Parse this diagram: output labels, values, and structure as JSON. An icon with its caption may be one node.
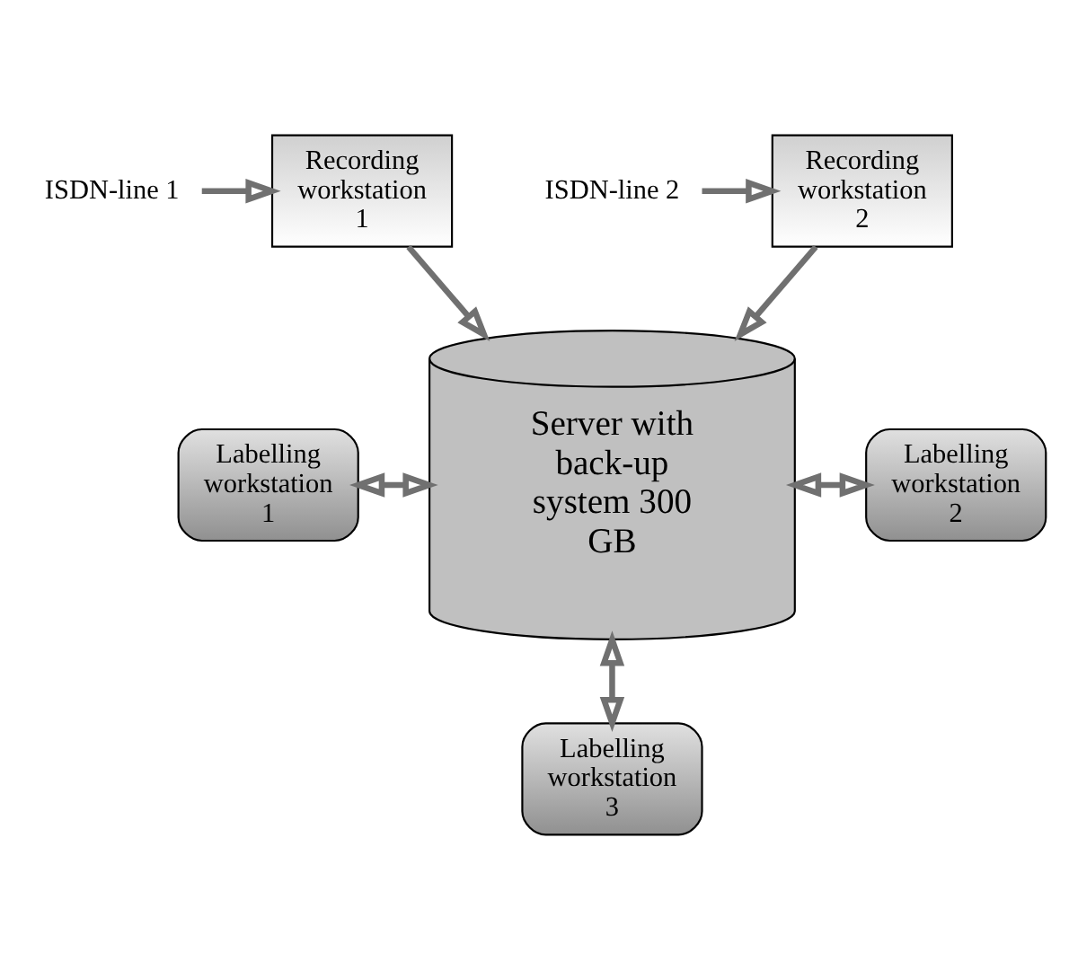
{
  "diagram": {
    "nodes": [
      {
        "text": [
          "ISDN-line 1"
        ]
      },
      {
        "text": [
          "Recording workstation 1"
        ]
      },
      {
        "text": [
          "Recording workstation 2"
        ]
      },
      {
        "text": [
          "ISDN-line 2"
        ]
      },
      {
        "text": [
          "Server with back-up system 300 GB"
        ]
      },
      {
        "text": [
          "Labelling workstation 1"
        ]
      },
      {
        "text": [
          "Labelling workstation 2"
        ]
      },
      {
        "text": [
          "Labelling workstation 3"
        ]
      }
    ],
    "edges": [
      {
        "from": 0,
        "to": 1,
        "arrow": "to"
      },
      {
        "from": 3,
        "to": 2,
        "arrow": "to"
      },
      {
        "from": 1,
        "to": 4,
        "arrow": "to"
      },
      {
        "from": 2,
        "to": 4,
        "arrow": "to"
      },
      {
        "from": 5,
        "to": 4,
        "arrow": "both"
      },
      {
        "from": 4,
        "to": 6,
        "arrow": "both"
      },
      {
        "from": 4,
        "to": 7,
        "arrow": "both"
      }
    ]
  }
}
